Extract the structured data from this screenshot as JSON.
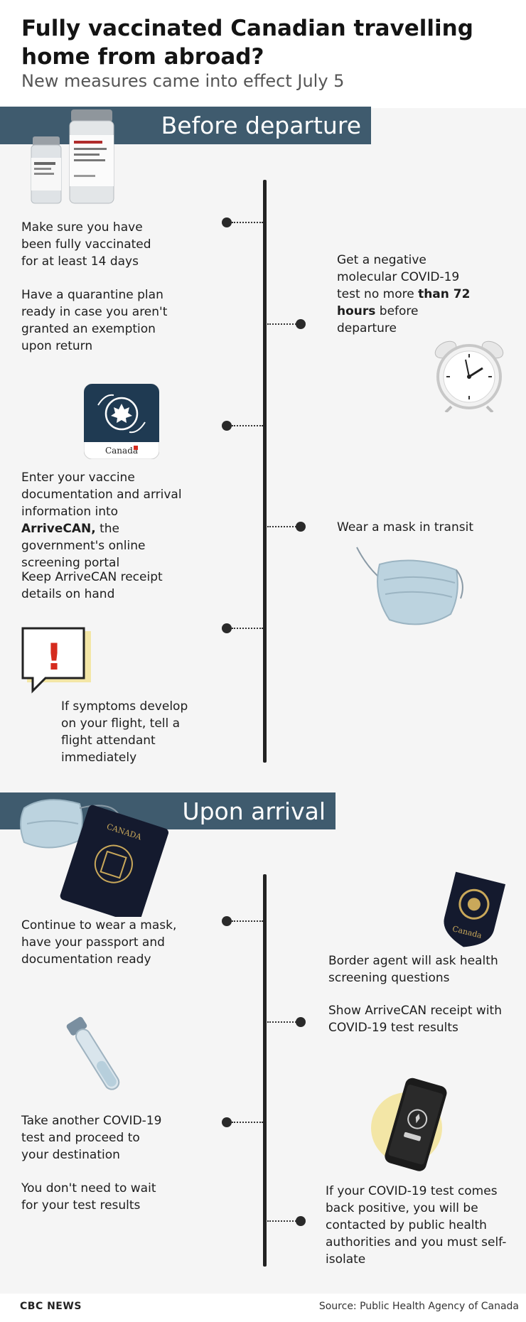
{
  "header": {
    "title": "Fully vaccinated Canadian travelling home from abroad?",
    "subtitle": "New measures came into effect July 5"
  },
  "sections": {
    "before": {
      "label": "Before departure",
      "left": {
        "vaccinated": "Make sure you have been fully vaccinated for at least 14 days",
        "quarantine": "Have a quarantine plan ready in case you aren't granted an exemption upon return",
        "arrivecan_a": "Enter your vaccine documentation and arrival information into ",
        "arrivecan_b": "ArriveCAN,",
        "arrivecan_c": " the government's online screening portal",
        "receipt": "Keep ArriveCAN receipt details on hand",
        "symptoms": "If symptoms develop on your flight, tell a flight attendant immediately"
      },
      "right": {
        "test_a": "Get a negative molecular COVID-19 test no more ",
        "test_b": "than 72 hours",
        "test_c": " before departure",
        "mask": "Wear a mask in transit"
      }
    },
    "arrival": {
      "label": "Upon arrival",
      "left": {
        "mask_passport": "Continue to wear a mask, have your passport and documentation ready",
        "another_test": "Take another COVID-19 test and proceed to your destination",
        "no_wait": "You don't need to wait for your test results"
      },
      "right": {
        "border_agent": "Border agent will ask health screening questions",
        "show_receipt": "Show ArriveCAN receipt with COVID-19 test results",
        "positive": "If your COVID-19 test comes back positive, you will be contacted by public health authorities and you must self-isolate"
      }
    }
  },
  "icons": {
    "app_label": "Canada",
    "passport_label": "CANADA",
    "badge_label": "Canada",
    "exclamation": "!"
  },
  "footer": {
    "brand": "CBC NEWS",
    "source": "Source: Public Health Agency of Canada"
  },
  "colors": {
    "banner": "#3f5b6e",
    "app_tile": "#1f3a52",
    "canada_red": "#d52b1e",
    "passport": "#141a2e",
    "alert_yellow": "#f3e6a6",
    "vial_label_red": "#b02c2c"
  }
}
